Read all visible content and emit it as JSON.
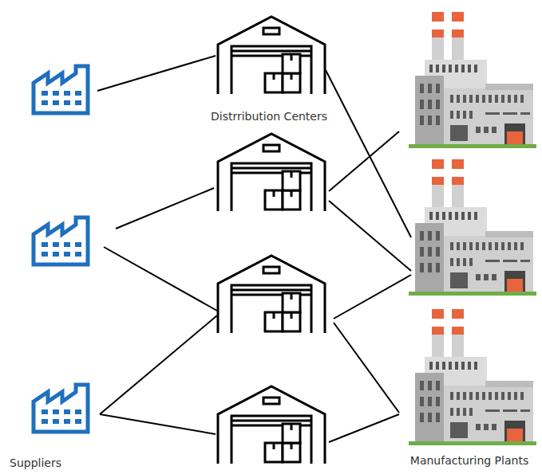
{
  "diagram": {
    "labels": [
      "Distrribution Centers",
      "Suppliers",
      "Manufacturing Plants"
    ]
  }
}
